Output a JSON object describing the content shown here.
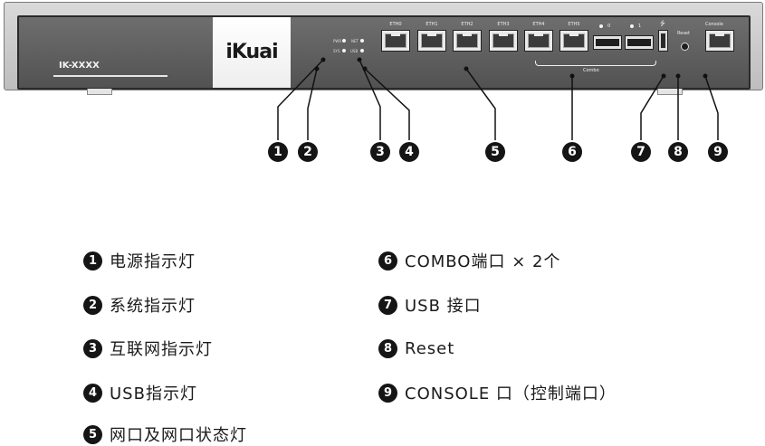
{
  "device": {
    "model": "IK-XXXX",
    "brand": "iKuai",
    "led_labels": [
      "PWR",
      "NET",
      "SYS",
      "USB"
    ],
    "port_labels": [
      "ETH0",
      "ETH1",
      "ETH2",
      "ETH3",
      "ETH4",
      "ETH5"
    ],
    "sfp_labels": [
      "0",
      "1"
    ],
    "combo_label": "Combo",
    "usb_symbol": "⭍",
    "reset_label": "Reset",
    "console_label": "Console"
  },
  "callouts": [
    "1",
    "2",
    "3",
    "4",
    "5",
    "6",
    "7",
    "8",
    "9"
  ],
  "legend": [
    {
      "num": "1",
      "text": "电源指示灯"
    },
    {
      "num": "2",
      "text": "系统指示灯"
    },
    {
      "num": "3",
      "text": "互联网指示灯"
    },
    {
      "num": "4",
      "text": "USB指示灯"
    },
    {
      "num": "5",
      "text": "网口及网口状态灯"
    },
    {
      "num": "6",
      "text": "COMBO端口 × 2个"
    },
    {
      "num": "7",
      "text": "USB 接口"
    },
    {
      "num": "8",
      "text": "Reset"
    },
    {
      "num": "9",
      "text": "CONSOLE 口（控制端口）"
    }
  ]
}
